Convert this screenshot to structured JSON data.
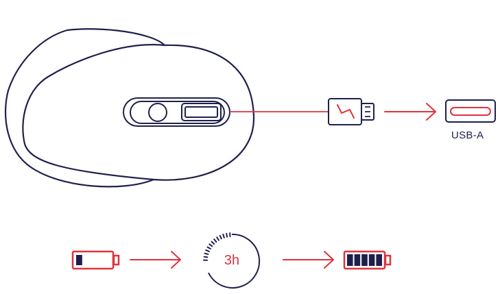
{
  "port_label": "USB-A",
  "charge_time": "3h",
  "battery": {
    "empty_level": 0.2,
    "full_level": 1.0,
    "full_cells": 5
  },
  "colors": {
    "outline": "#1e1f4b",
    "accent": "#e0313a",
    "background": "#ffffff"
  },
  "icons": {
    "mouse": "mouse-icon",
    "charging_port": "charging-port-icon",
    "usb_plug": "usb-plug-icon",
    "lightning": "lightning-icon",
    "usb_port": "usb-a-port-icon",
    "battery_empty": "battery-low-icon",
    "timer": "timer-icon",
    "battery_full": "battery-full-icon",
    "arrow": "arrow-right-icon"
  }
}
